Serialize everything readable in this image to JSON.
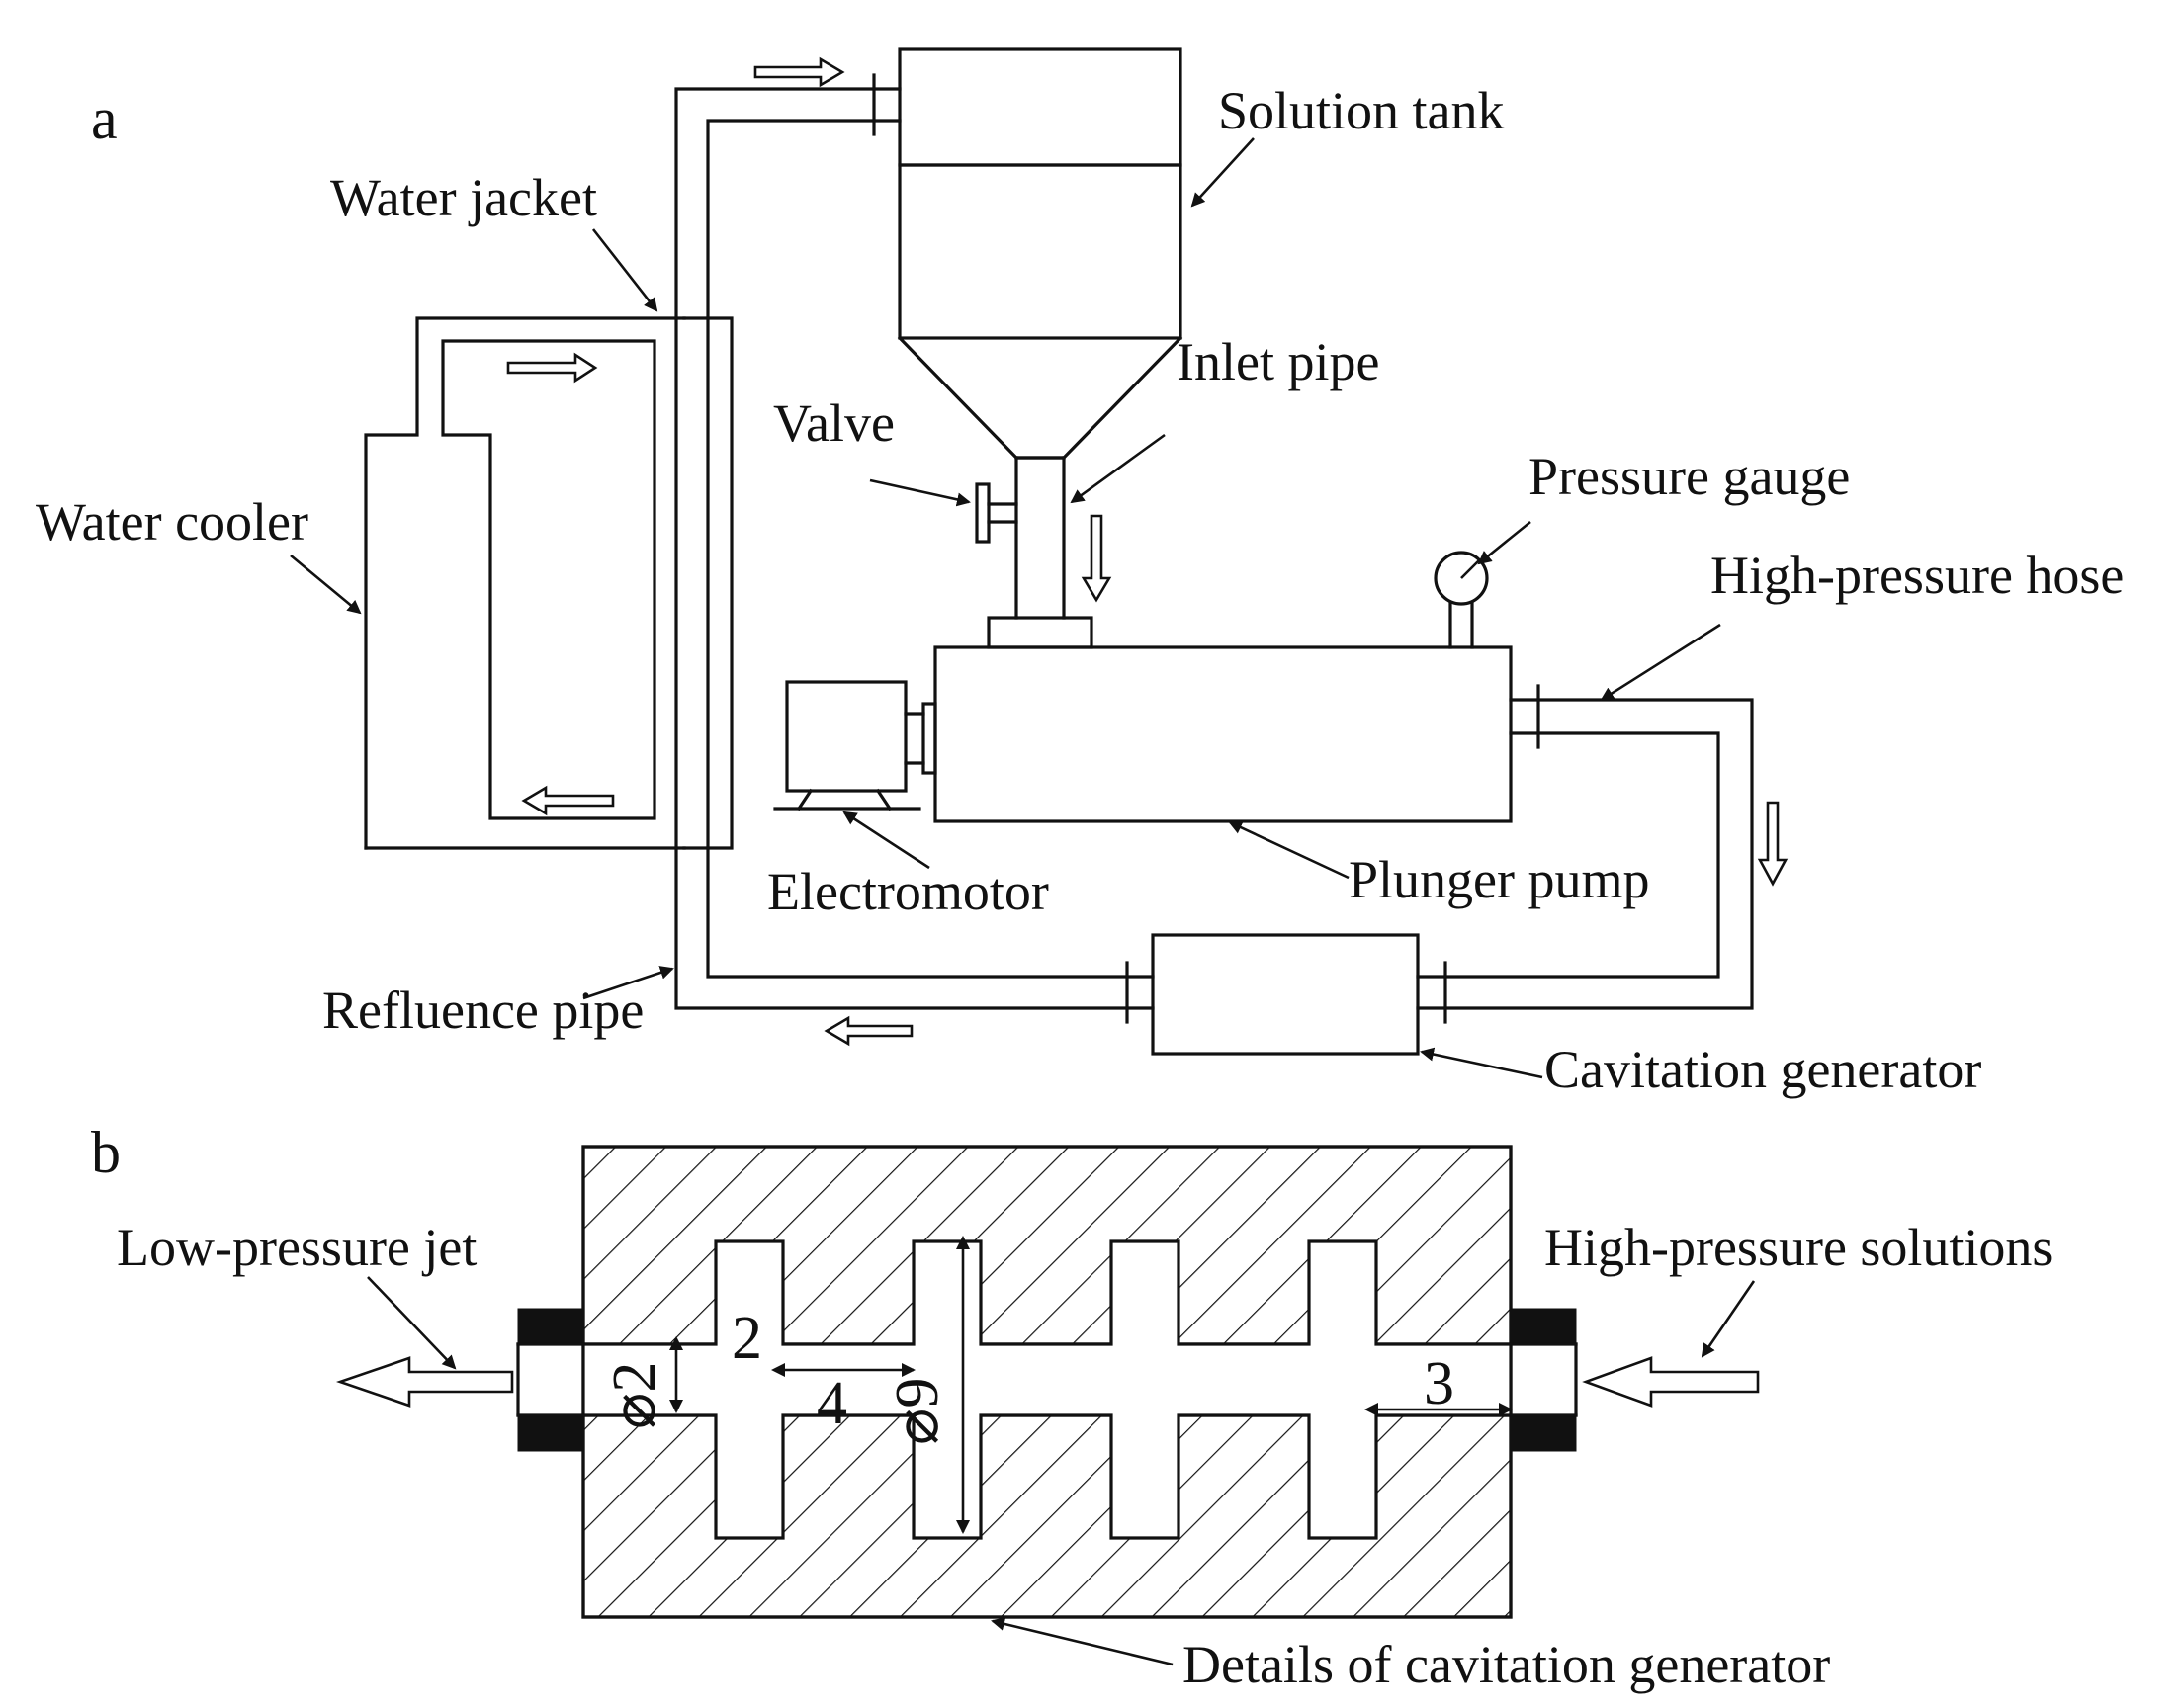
{
  "panels": {
    "a": "a",
    "b": "b"
  },
  "labels": {
    "solution_tank": "Solution tank",
    "water_jacket": "Water jacket",
    "inlet_pipe": "Inlet pipe",
    "valve": "Valve",
    "water_cooler": "Water cooler",
    "pressure_gauge": "Pressure gauge",
    "high_pressure_hose": "High-pressure hose",
    "electromotor": "Electromotor",
    "plunger_pump": "Plunger pump",
    "refluence_pipe": "Refluence pipe",
    "cavitation_generator": "Cavitation generator",
    "low_pressure_jet": "Low-pressure jet",
    "high_pressure_solutions": "High-pressure solutions",
    "details_cavitation_generator": "Details of cavitation generator"
  },
  "dimensions": {
    "d2": "2",
    "d4": "4",
    "d3": "3",
    "phi2": "⌀2",
    "phi9": "⌀9"
  },
  "colors": {
    "stroke": "#111111",
    "background": "#ffffff",
    "hatch": "#111111"
  }
}
